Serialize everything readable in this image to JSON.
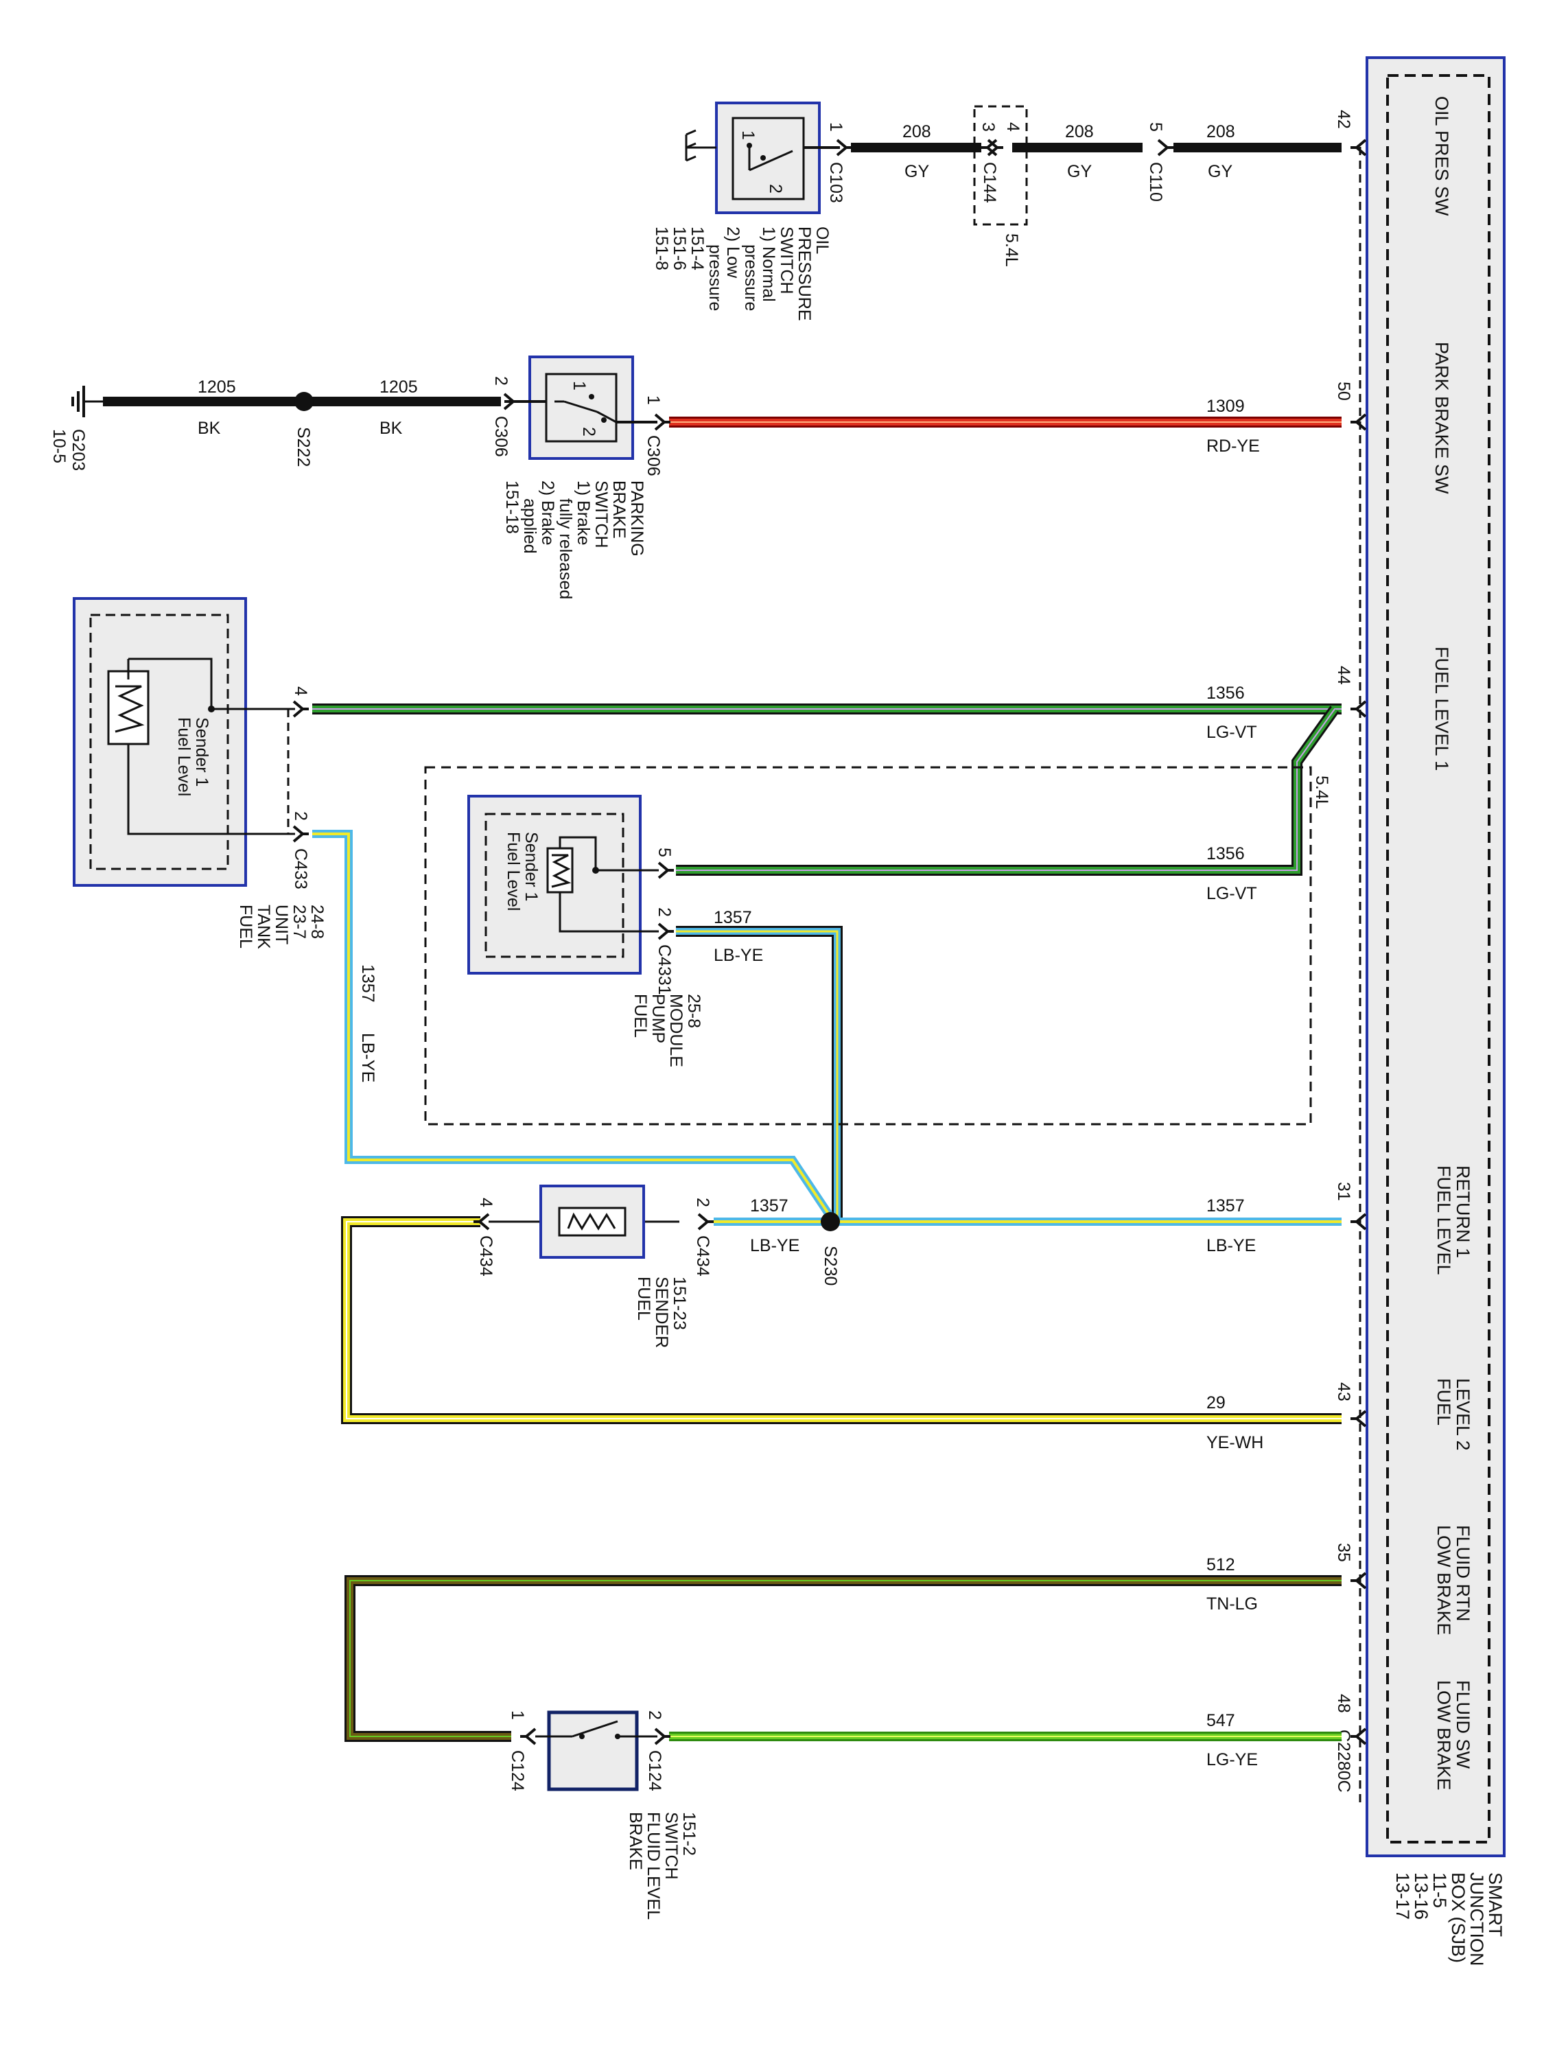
{
  "colors": {
    "GY": "#111111",
    "BK": "#111111",
    "RD-YE": "#e0301e",
    "LG-VT": "#2e9e2e",
    "LB-YE": "#4db8e8",
    "YE-WH": "#f2ea2a",
    "TN-LG": "#6b5a14",
    "LG-YE": "#66cc22",
    "module_border": "#2233aa",
    "module_fill": "#ececec"
  },
  "sjb": {
    "title": [
      "SMART",
      "JUNCTION",
      "BOX (SJB)",
      "11-5",
      "13-16",
      "13-17"
    ],
    "functions": {
      "oil": "OIL PRES SW",
      "park": "PARK BRAKE SW",
      "fuel1": "FUEL LEVEL 1",
      "ret1": [
        "FUEL LEVEL",
        "RETURN 1"
      ],
      "fuel2": [
        "FUEL",
        "LEVEL 2"
      ],
      "brkrtn": [
        "LOW BRAKE",
        "FLUID RTN"
      ],
      "brksw": [
        "LOW BRAKE",
        "FLUID SW"
      ]
    },
    "pins": {
      "oil": "42",
      "park": "50",
      "fuel1": "44",
      "ret1": "31",
      "fuel2": "43",
      "brkrtn": "35",
      "brksw": "48"
    },
    "connector": "C2280C"
  },
  "wires": {
    "oil": [
      {
        "circuit": "208",
        "color": "GY"
      },
      {
        "circuit": "208",
        "color": "GY"
      },
      {
        "circuit": "208",
        "color": "GY"
      }
    ],
    "park": {
      "circuit": "1309",
      "color": "RD-YE"
    },
    "ground": [
      {
        "circuit": "1205",
        "color": "BK"
      },
      {
        "circuit": "1205",
        "color": "BK"
      }
    ],
    "fuel1_tank": {
      "circuit": "1356",
      "color": "LG-VT"
    },
    "fuel1_pump": {
      "circuit": "1356",
      "color": "LG-VT"
    },
    "ret_pump": {
      "circuit": "1357",
      "color": "LB-YE"
    },
    "ret_tank": {
      "circuit": "1357",
      "color": "LB-YE"
    },
    "ret_main": {
      "circuit": "1357",
      "color": "LB-YE"
    },
    "ret_sender": {
      "circuit": "1357",
      "color": "LB-YE"
    },
    "fuel2": {
      "circuit": "29",
      "color": "YE-WH"
    },
    "brkrtn": {
      "circuit": "512",
      "color": "TN-LG"
    },
    "brksw": {
      "circuit": "547",
      "color": "LG-YE"
    }
  },
  "connectors": {
    "c103": {
      "name": "C103",
      "pin": "1"
    },
    "c144": {
      "name": "C144",
      "pin_a": "3",
      "pin_b": "4",
      "note": "5.4L"
    },
    "c110": {
      "name": "C110",
      "pin": "5"
    },
    "c306_sw": {
      "name": "C306",
      "pin": "1"
    },
    "c306_gnd": {
      "name": "C306",
      "pin": "2"
    },
    "c433_4": {
      "pin": "4"
    },
    "c433_2": {
      "name": "C433",
      "pin": "2"
    },
    "c4331_5": {
      "pin": "5"
    },
    "c4331_2": {
      "name": "C4331",
      "pin": "2"
    },
    "c434_2": {
      "name": "C434",
      "pin": "2"
    },
    "c434_4": {
      "name": "C434",
      "pin": "4"
    },
    "c124_2": {
      "name": "C124",
      "pin": "2"
    },
    "c124_1": {
      "name": "C124",
      "pin": "1"
    }
  },
  "splices": {
    "s222": "S222",
    "s230": "S230"
  },
  "ground": {
    "name": "G203",
    "ref": "10-5"
  },
  "components": {
    "oil_switch": {
      "lines": [
        "OIL",
        "PRESSURE",
        "SWITCH",
        "1) Normal",
        "pressure",
        "2) Low",
        "pressure",
        "151-4",
        "151-6",
        "151-8"
      ],
      "pin_a": "1",
      "pin_b": "2"
    },
    "park_switch": {
      "lines": [
        "PARKING",
        "BRAKE",
        "SWITCH",
        "1) Brake",
        "fully released",
        "2) Brake",
        "applied",
        "151-18"
      ],
      "pin_a": "1",
      "pin_b": "2"
    },
    "fuel_tank_unit": {
      "lines": [
        "FUEL",
        "TANK",
        "UNIT",
        "23-7",
        "24-8"
      ],
      "inner": [
        "Fuel Level",
        "Sender 1"
      ]
    },
    "fuel_pump_module": {
      "lines": [
        "FUEL",
        "PUMP",
        "MODULE",
        "25-8"
      ],
      "inner": [
        "Fuel Level",
        "Sender 1"
      ],
      "note": "5.4L"
    },
    "fuel_sender": {
      "lines": [
        "FUEL",
        "SENDER",
        "151-23"
      ]
    },
    "brake_fluid_switch": {
      "lines": [
        "BRAKE",
        "FLUID LEVEL",
        "SWITCH",
        "151-2"
      ]
    }
  }
}
